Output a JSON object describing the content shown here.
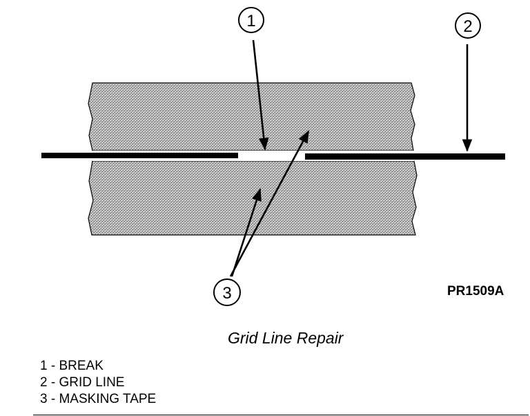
{
  "figure": {
    "callouts": [
      "1",
      "2",
      "3"
    ],
    "figure_code": "PR1509A",
    "caption": "Grid Line Repair",
    "colors": {
      "ink": "#000000",
      "tape_fill": "#bdbdbd",
      "background": "#ffffff"
    }
  },
  "legend": {
    "items": [
      "1 - BREAK",
      "2 - GRID LINE",
      "3 - MASKING TAPE"
    ]
  }
}
